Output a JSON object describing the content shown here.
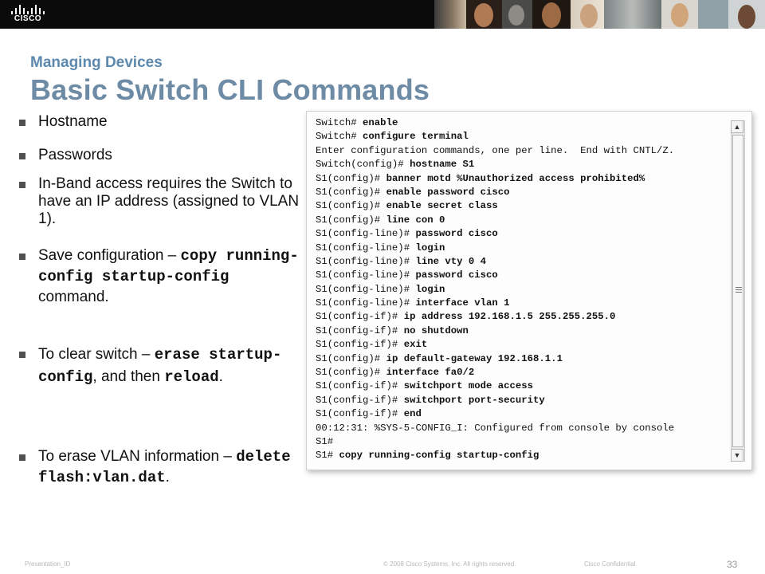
{
  "brand": {
    "logo_text": "CISCO"
  },
  "header": {
    "subtitle": "Managing Devices",
    "title": "Basic Switch CLI Commands"
  },
  "bullets": [
    {
      "parts": [
        {
          "t": "Hostname"
        }
      ]
    },
    {
      "parts": [
        {
          "t": "Passwords"
        }
      ]
    },
    {
      "parts": [
        {
          "t": "In-Band access requires the Switch to have an IP address (assigned to VLAN 1)."
        }
      ]
    },
    {
      "parts": [
        {
          "t": "Save configuration – "
        },
        {
          "t": "copy running-config startup-config",
          "code": true
        },
        {
          "t": " command."
        }
      ]
    },
    {
      "parts": [
        {
          "t": "To clear switch – "
        },
        {
          "t": "erase startup-config",
          "code": true
        },
        {
          "t": ", and then "
        },
        {
          "t": "reload",
          "code": true
        },
        {
          "t": "."
        }
      ]
    },
    {
      "parts": [
        {
          "t": "To erase VLAN information – "
        },
        {
          "t": "delete flash:vlan.dat",
          "code": true
        },
        {
          "t": "."
        }
      ]
    }
  ],
  "terminal": {
    "lines": [
      {
        "prompt": "Switch# ",
        "cmd": "enable"
      },
      {
        "prompt": "Switch# ",
        "cmd": "configure terminal"
      },
      {
        "prompt": "Enter configuration commands, one per line.  End with CNTL/Z.",
        "cmd": ""
      },
      {
        "prompt": "Switch(config)# ",
        "cmd": "hostname S1"
      },
      {
        "prompt": "S1(config)# ",
        "cmd": "banner motd %Unauthorized access prohibited%"
      },
      {
        "prompt": "S1(config)# ",
        "cmd": "enable password cisco"
      },
      {
        "prompt": "S1(config)# ",
        "cmd": "enable secret class"
      },
      {
        "prompt": "S1(config)# ",
        "cmd": "line con 0"
      },
      {
        "prompt": "S1(config-line)# ",
        "cmd": "password cisco"
      },
      {
        "prompt": "S1(config-line)# ",
        "cmd": "login"
      },
      {
        "prompt": "S1(config-line)# ",
        "cmd": "line vty 0 4"
      },
      {
        "prompt": "S1(config-line)# ",
        "cmd": "password cisco"
      },
      {
        "prompt": "S1(config-line)# ",
        "cmd": "login"
      },
      {
        "prompt": "S1(config-line)# ",
        "cmd": "interface vlan 1"
      },
      {
        "prompt": "S1(config-if)# ",
        "cmd": "ip address 192.168.1.5 255.255.255.0"
      },
      {
        "prompt": "S1(config-if)# ",
        "cmd": "no shutdown"
      },
      {
        "prompt": "S1(config-if)# ",
        "cmd": "exit"
      },
      {
        "prompt": "S1(config)# ",
        "cmd": "ip default-gateway 192.168.1.1"
      },
      {
        "prompt": "S1(config)# ",
        "cmd": "interface fa0/2"
      },
      {
        "prompt": "S1(config-if)# ",
        "cmd": "switchport mode access"
      },
      {
        "prompt": "S1(config-if)# ",
        "cmd": "switchport port-security"
      },
      {
        "prompt": "S1(config-if)# ",
        "cmd": "end"
      },
      {
        "prompt": "00:12:31: %SYS-5-CONFIG_I: Configured from console by console",
        "cmd": ""
      },
      {
        "prompt": "S1#",
        "cmd": ""
      },
      {
        "prompt": "S1# ",
        "cmd": "copy running-config startup-config"
      }
    ],
    "scroll_up_icon": "scroll-up-arrow",
    "scroll_down_icon": "scroll-down-arrow"
  },
  "footer": {
    "presentation_id": "Presentation_ID",
    "copyright": "© 2008 Cisco Systems, Inc. All rights reserved.",
    "confidential": "Cisco Confidential",
    "page_number": "33"
  }
}
